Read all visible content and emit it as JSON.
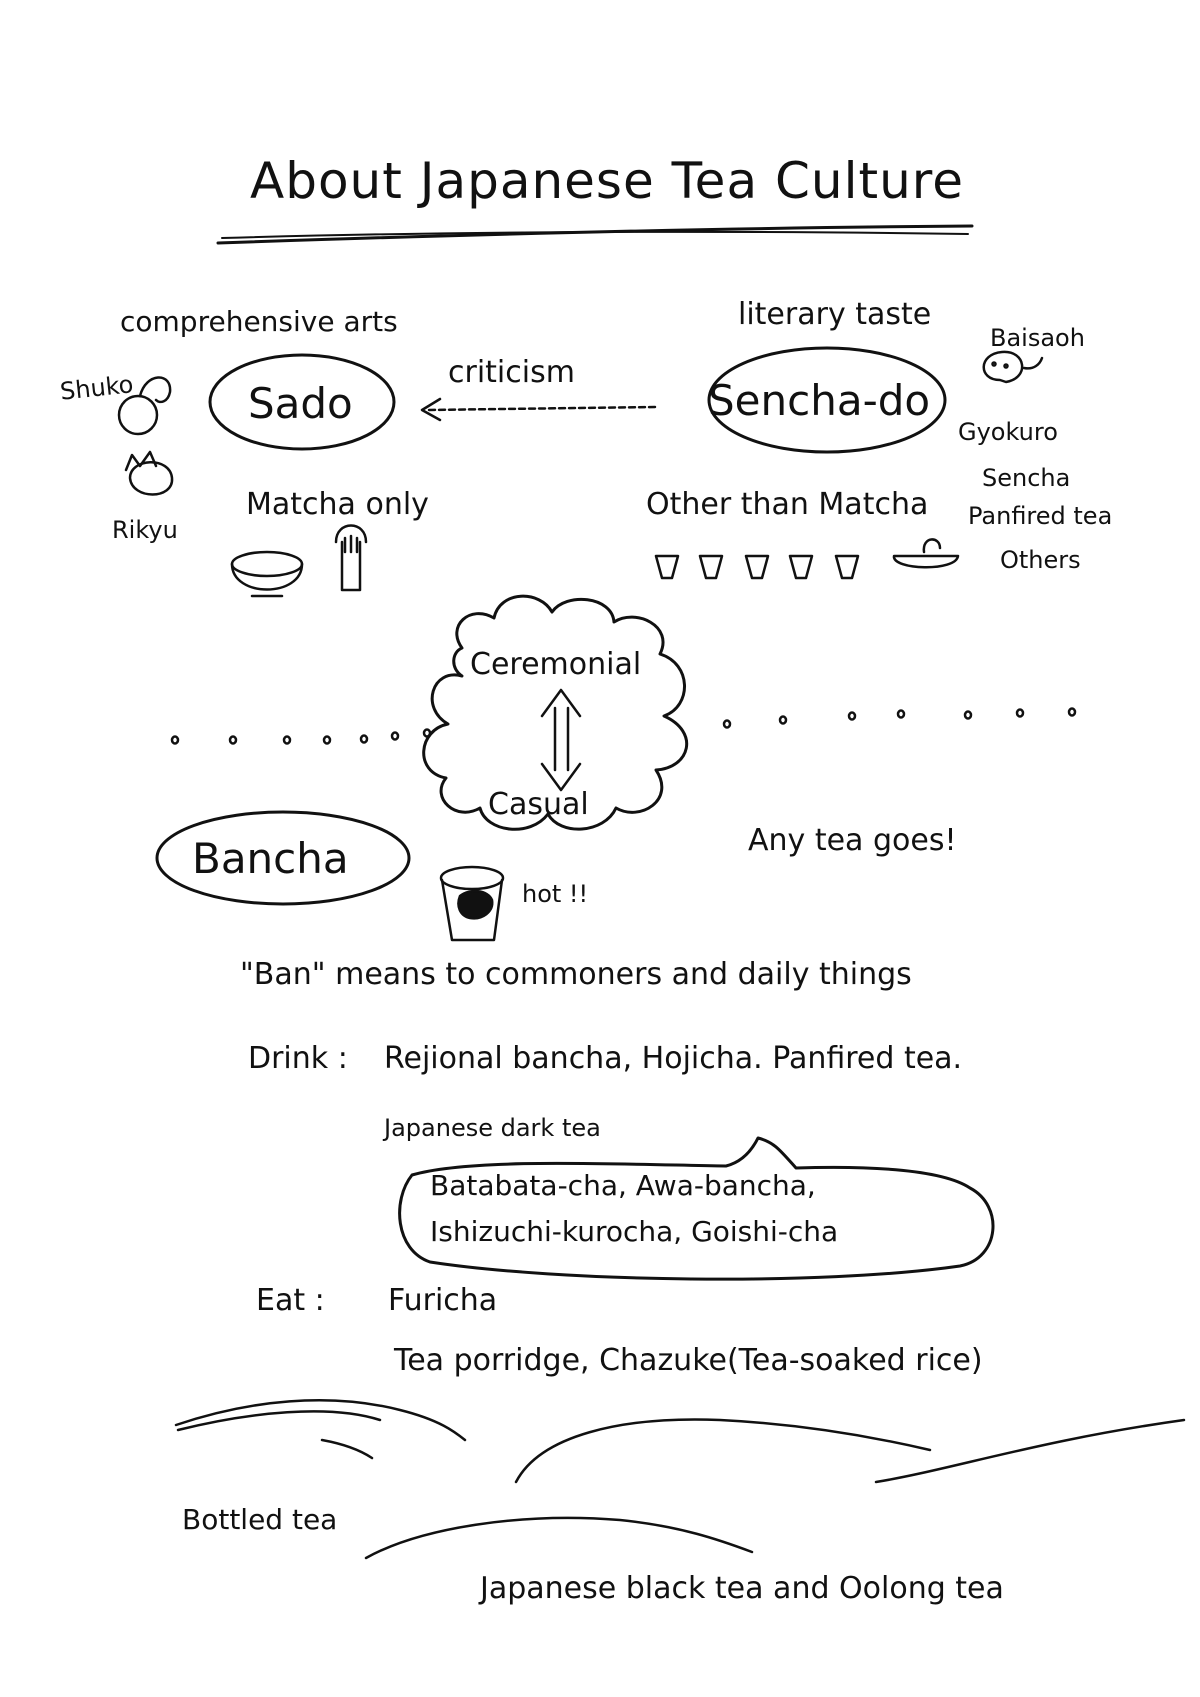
{
  "title": "About Japanese Tea Culture",
  "sado": {
    "label": "Sado",
    "note_top": "comprehensive arts",
    "note_bottom": "Matcha only",
    "person_1": "Shuko",
    "person_2": "Rikyu"
  },
  "sencha_do": {
    "label": "Sencha-do",
    "note_top": "literary taste",
    "note_bottom": "Other than Matcha",
    "person": "Baisaoh",
    "teas": [
      "Gyokuro",
      "Sencha",
      "Panfired tea",
      "Others"
    ]
  },
  "arrow_label": "criticism",
  "cloud": {
    "top": "Ceremonial",
    "bottom": "Casual"
  },
  "bancha": {
    "label": "Bancha",
    "cup_note": "hot !!",
    "any_tea": "Any tea goes!",
    "ban_meaning": "\"Ban\" means to commoners and daily things",
    "drink_label": "Drink :",
    "drink_items": "Rejional bancha, Hojicha. Panfired tea.",
    "dark_tea_label": "Japanese dark tea",
    "dark_tea_line1": "Batabata-cha, Awa-bancha,",
    "dark_tea_line2": "Ishizuchi-kurocha, Goishi-cha",
    "eat_label": "Eat :",
    "eat_line1": "Furicha",
    "eat_line2": "Tea porridge, Chazuke(Tea-soaked rice)"
  },
  "bottled": {
    "label": "Bottled tea",
    "note": "Japanese black tea and Oolong tea"
  }
}
